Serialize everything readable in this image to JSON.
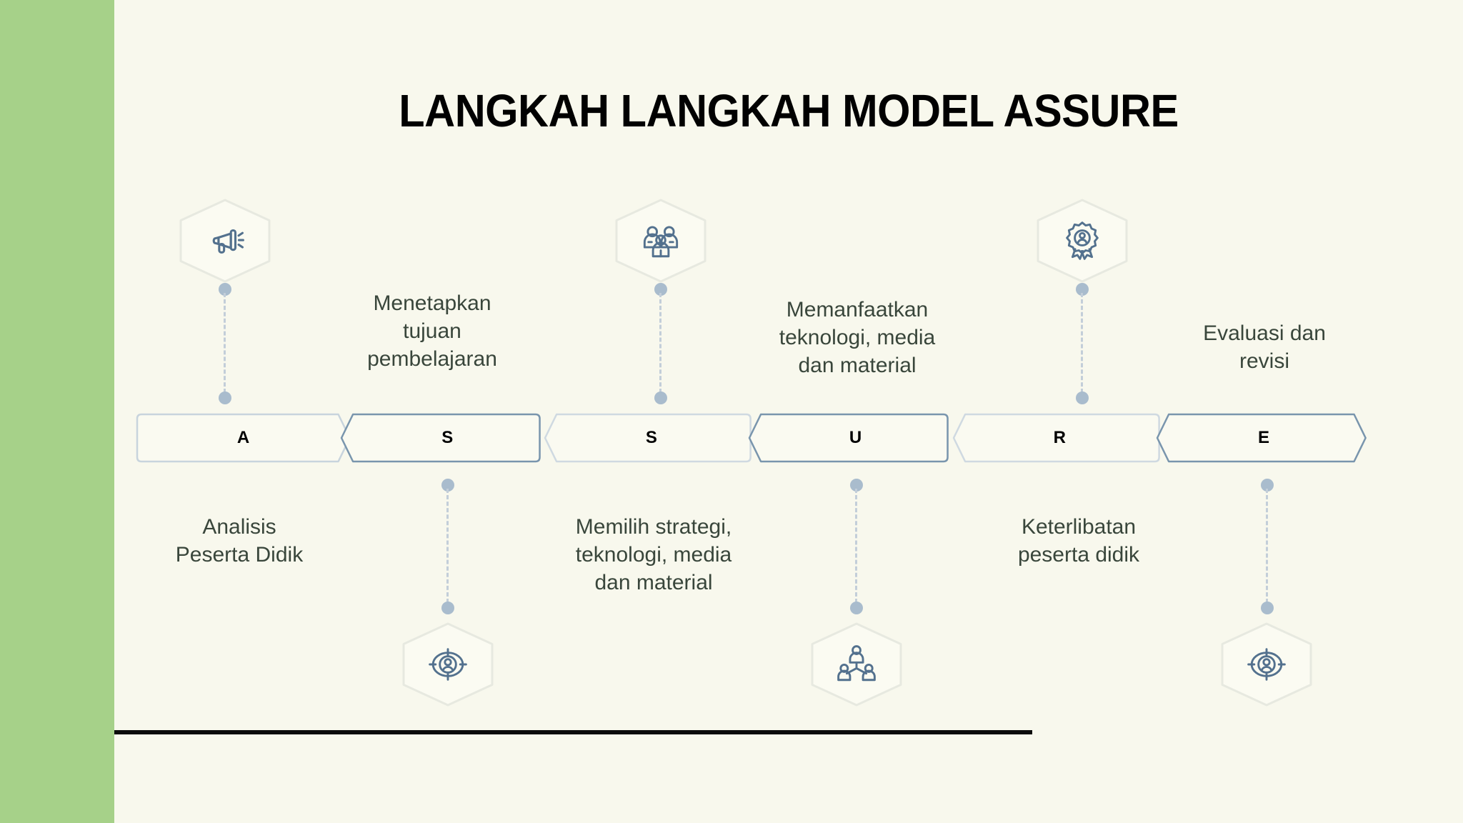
{
  "slide": {
    "title": "LANGKAH LANGKAH MODEL ASSURE",
    "background_color": "#f8f8ed",
    "accent_strip_color": "#a6d189",
    "text_color": "#39463b",
    "icon_color": "#5b7d9c",
    "rule_color": "#0b0b0b"
  },
  "steps": [
    {
      "letter": "A",
      "label": "Analisis\nPeserta Didik",
      "label_line1": "Analisis",
      "label_line2": "Peserta Didik",
      "label_line3": "",
      "position": "top",
      "icon": "megaphone-icon",
      "box_border": "light"
    },
    {
      "letter": "S",
      "label": "Menetapkan tujuan pembelajaran",
      "label_line1": "Menetapkan",
      "label_line2": "tujuan",
      "label_line3": "pembelajaran",
      "position": "bottom",
      "icon": "target-person-icon",
      "box_border": "dark"
    },
    {
      "letter": "S",
      "label": "Memilih strategi, teknologi, media dan material",
      "label_line1": "Memilih strategi,",
      "label_line2": "teknologi, media",
      "label_line3": "dan material",
      "position": "top",
      "icon": "people-group-icon",
      "box_border": "light"
    },
    {
      "letter": "U",
      "label": "Memanfaatkan teknologi, media dan material",
      "label_line1": "Memanfaatkan",
      "label_line2": "teknologi, media",
      "label_line3": "dan material",
      "position": "bottom",
      "icon": "people-network-icon",
      "box_border": "dark"
    },
    {
      "letter": "R",
      "label": "Keterlibatan peserta didik",
      "label_line1": "Keterlibatan",
      "label_line2": "peserta didik",
      "label_line3": "",
      "position": "top",
      "icon": "award-badge-icon",
      "box_border": "light"
    },
    {
      "letter": "E",
      "label": "Evaluasi dan revisi",
      "label_line1": "Evaluasi dan",
      "label_line2": "revisi",
      "label_line3": "",
      "position": "bottom",
      "icon": "target-person-icon",
      "box_border": "dark"
    }
  ],
  "labels_above_bar": [
    {
      "line1": "Menetapkan",
      "line2": "tujuan",
      "line3": "pembelajaran"
    },
    {
      "line1": "Memanfaatkan",
      "line2": "teknologi, media",
      "line3": "dan material"
    },
    {
      "line1": "Evaluasi dan",
      "line2": "revisi",
      "line3": ""
    }
  ],
  "labels_below_bar": [
    {
      "line1": "Analisis",
      "line2": "Peserta Didik",
      "line3": ""
    },
    {
      "line1": "Memilih strategi,",
      "line2": "teknologi, media",
      "line3": "dan material"
    },
    {
      "line1": "Keterlibatan",
      "line2": "peserta didik",
      "line3": ""
    }
  ]
}
